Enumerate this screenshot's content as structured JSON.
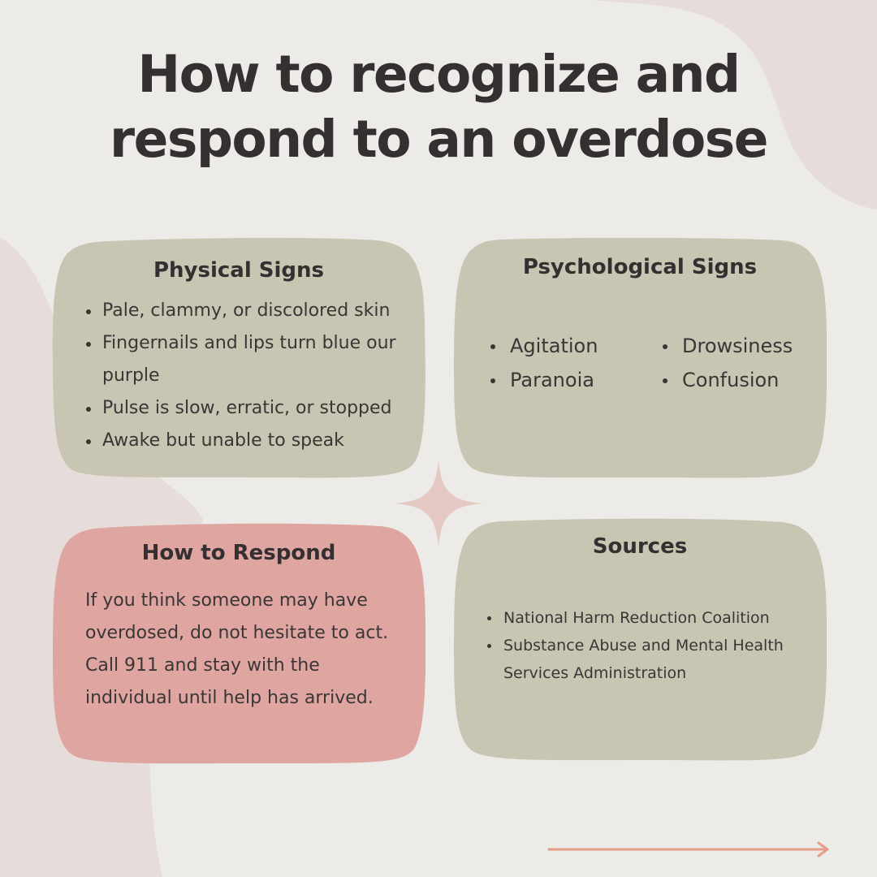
{
  "title": {
    "line1": "How to recognize and",
    "line2": "respond to an overdose"
  },
  "physical_signs": {
    "heading": "Physical Signs",
    "items": [
      "Pale, clammy, or discolored skin",
      "Fingernails and lips turn blue our purple",
      "Pulse is slow, erratic, or stopped",
      "Awake but unable to speak"
    ]
  },
  "psychological_signs": {
    "heading": "Psychological Signs",
    "column1": [
      "Agitation",
      "Paranoia"
    ],
    "column2": [
      "Drowsiness",
      "Confusion"
    ]
  },
  "how_to_respond": {
    "heading": "How to Respond",
    "text": "If you think someone may have overdosed, do not hesitate to act. Call 911 and stay with the individual until help has arrived."
  },
  "sources": {
    "heading": "Sources",
    "items": [
      "National Harm Reduction Coalition",
      "Substance Abuse and Mental Health Services Administration"
    ]
  },
  "colors": {
    "background": "#ecebe7",
    "blob": "#e6dcd9",
    "card_olive": "#c8c5b2",
    "card_pink": "#dfa6a1",
    "text": "#342f30",
    "sparkle": "#e5c8c2",
    "arrow": "#e79d87"
  },
  "icons": {
    "sparkle": "four-point-star-icon",
    "arrow": "arrow-right-icon"
  }
}
